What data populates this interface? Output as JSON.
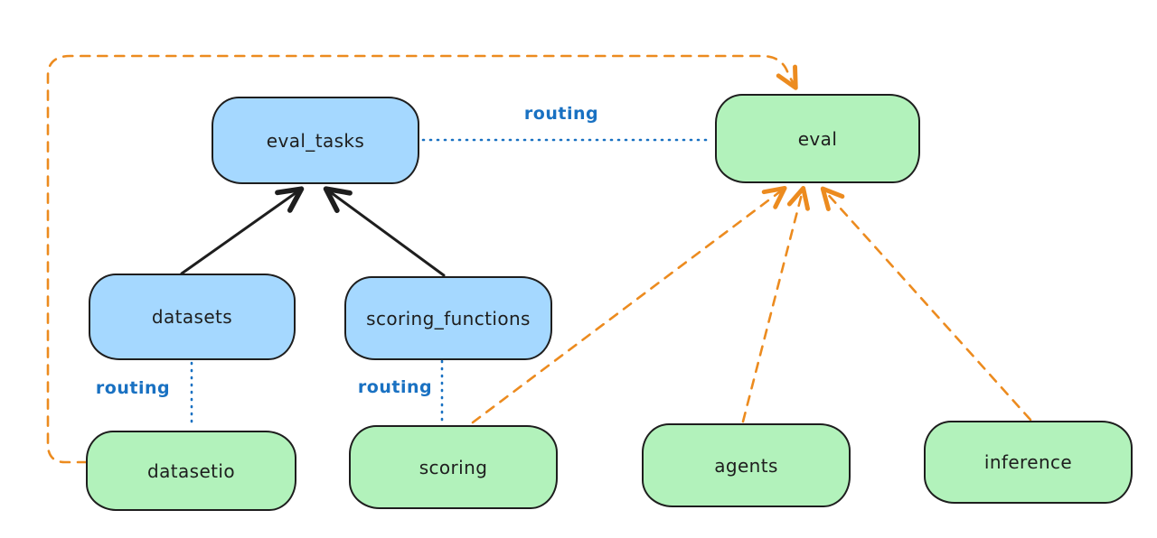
{
  "diagram": {
    "nodes": {
      "eval_tasks": {
        "label": "eval_tasks",
        "kind": "registry"
      },
      "eval": {
        "label": "eval",
        "kind": "api"
      },
      "datasets": {
        "label": "datasets",
        "kind": "registry"
      },
      "scoring_functions": {
        "label": "scoring_functions",
        "kind": "registry"
      },
      "datasetio": {
        "label": "datasetio",
        "kind": "api"
      },
      "scoring": {
        "label": "scoring",
        "kind": "api"
      },
      "agents": {
        "label": "agents",
        "kind": "api"
      },
      "inference": {
        "label": "inference",
        "kind": "api"
      }
    },
    "edge_labels": {
      "routing_eval_tasks_eval": "routing",
      "routing_datasets_datasetio": "routing",
      "routing_scoring_functions_scoring": "routing"
    },
    "edges": [
      {
        "from": "datasets",
        "to": "eval_tasks",
        "style": "solid-black-arrow"
      },
      {
        "from": "scoring_functions",
        "to": "eval_tasks",
        "style": "solid-black-arrow"
      },
      {
        "from": "eval_tasks",
        "to": "eval",
        "style": "dotted-blue",
        "label": "routing"
      },
      {
        "from": "datasets",
        "to": "datasetio",
        "style": "dotted-blue",
        "label": "routing"
      },
      {
        "from": "scoring_functions",
        "to": "scoring",
        "style": "dotted-blue",
        "label": "routing"
      },
      {
        "from": "datasetio",
        "to": "eval",
        "style": "dashed-orange-arrow"
      },
      {
        "from": "scoring",
        "to": "eval",
        "style": "dashed-orange-arrow"
      },
      {
        "from": "agents",
        "to": "eval",
        "style": "dashed-orange-arrow"
      },
      {
        "from": "inference",
        "to": "eval",
        "style": "dashed-orange-arrow"
      }
    ],
    "colors": {
      "registry_fill": "#a5d8ff",
      "api_fill": "#b2f2bb",
      "node_stroke": "#1e1e1e",
      "routing_blue": "#1971c2",
      "orange_dash": "#ec8b1f",
      "black_arrow": "#1e1e1e",
      "bg": "#ffffff"
    }
  }
}
